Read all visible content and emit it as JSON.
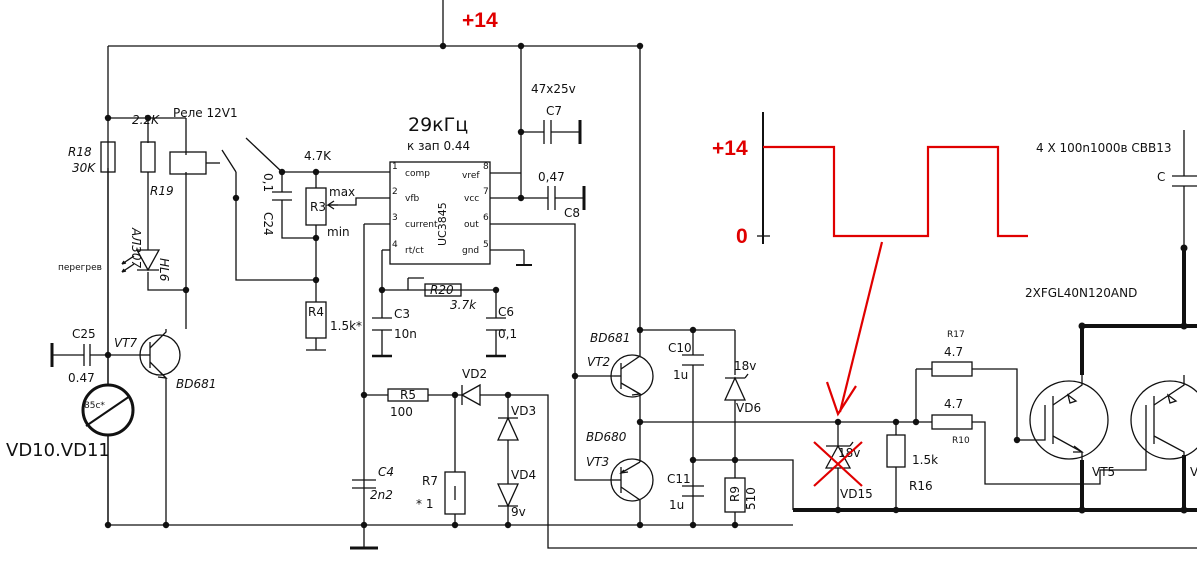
{
  "colors": {
    "wire": "#111111",
    "annotation": "#e00000",
    "background": "#ffffff"
  },
  "supply_label": "+14",
  "components": {
    "R18": "R18",
    "R18_val": "30K",
    "R19": "R19",
    "R19_val": "2.2K",
    "relay": "Реле 12V1",
    "HL6_type": "АЛ307",
    "HL6": "HL6",
    "overheat": "перегрев",
    "C25": "C25",
    "C25_val": "0.47",
    "VT7": "VT7",
    "VT7_type": "BD681",
    "thermo": "85c*",
    "vd10": "VD10.VD11",
    "C24_val": "0,1",
    "C24": "C24",
    "R3_val": "4.7K",
    "R3": "R3",
    "max": "max",
    "min": "min",
    "R4": "R4",
    "R4_val": "1.5k*",
    "freq": "29кГц",
    "duty": "к зап 0.44",
    "ic": "UC3845",
    "pin1": "1",
    "pin2": "2",
    "pin3": "3",
    "pin4": "4",
    "pin5": "5",
    "pin6": "6",
    "pin7": "7",
    "pin8": "8",
    "comp": "comp",
    "vfb": "vfb",
    "current": "current",
    "rtct": "rt/ct",
    "vref": "vref",
    "vcc": "vcc",
    "out": "out",
    "gnd": "gnd",
    "C7_val": "47x25v",
    "C7": "C7",
    "C8_val": "0,47",
    "C8": "C8",
    "C3": "C3",
    "C3_val": "10n",
    "R20": "R20",
    "R20_val": "3.7k",
    "C6": "C6",
    "C6_val": "0,1",
    "R5": "R5",
    "R5_val": "100",
    "VD2": "VD2",
    "VD3": "VD3",
    "VD4": "VD4",
    "VD4_val": "9v",
    "C4": "C4",
    "C4_val": "2n2",
    "R7": "R7",
    "R7_val": "* 1",
    "VT2_type": "BD681",
    "VT2": "VT2",
    "VT3_type": "BD680",
    "VT3": "VT3",
    "C10": "C10",
    "C10_val": "1u",
    "C11": "C11",
    "C11_val": "1u",
    "VD6_val": "18v",
    "VD6": "VD6",
    "R9": "R9",
    "R9_val": "510",
    "VD15_val": "18v",
    "VD15": "VD15",
    "R16_val": "1.5k",
    "R16": "R16",
    "R17": "R17",
    "R17_val": "4.7",
    "R10_val": "4.7",
    "R10": "R10",
    "caps_note": "4 X 100n1000в CBB13",
    "C_right": "C",
    "igbt_note": "2XFGL40N120AND",
    "VT5": "VT5",
    "VT_partial": "V"
  },
  "waveform": {
    "high_label": "+14",
    "low_label": "0"
  }
}
